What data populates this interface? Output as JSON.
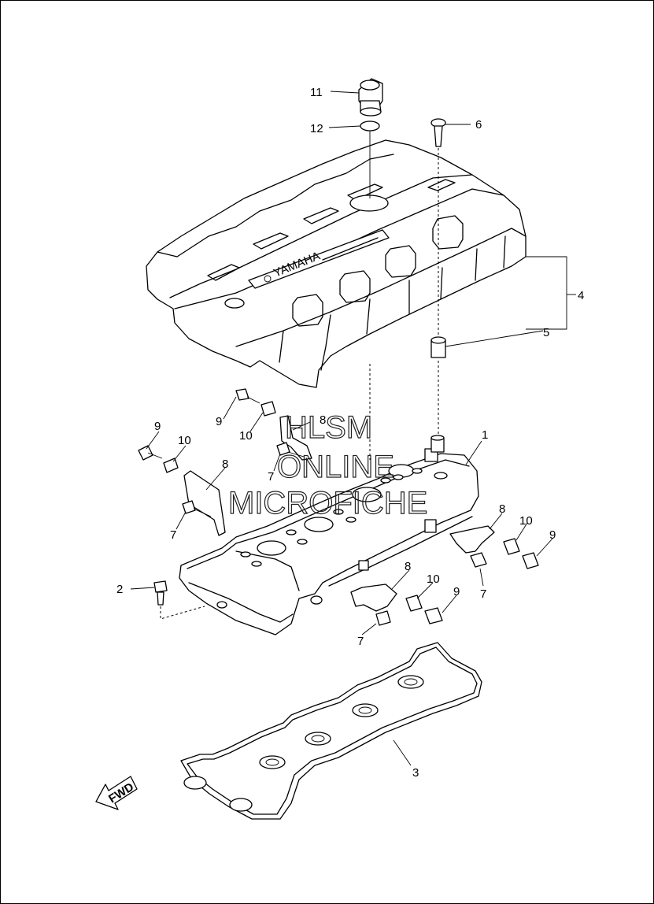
{
  "diagram": {
    "brand_plate": "YAMAHA",
    "direction_arrow": "FWD",
    "watermark": [
      "HLSM",
      "ONLINE",
      "MICROFICHE"
    ],
    "callouts": [
      "1",
      "2",
      "3",
      "4",
      "5",
      "6",
      "7",
      "7",
      "7",
      "7",
      "8",
      "8",
      "8",
      "8",
      "9",
      "9",
      "9",
      "9",
      "10",
      "10",
      "10",
      "10",
      "11",
      "12"
    ]
  }
}
